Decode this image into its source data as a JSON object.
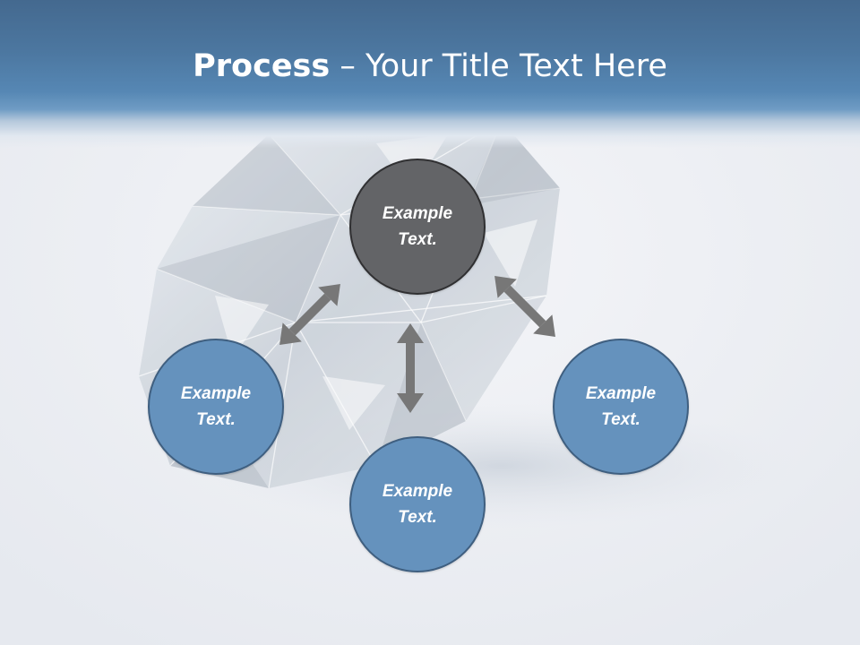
{
  "title": {
    "bold": "Process",
    "rest": " – Your Title Text Here"
  },
  "colors": {
    "header": "#4c77a0",
    "node_blue": "#6592bd",
    "node_gray": "#636467",
    "arrow": "#777777",
    "background": "#eef0f5"
  },
  "nodes": {
    "center": {
      "line1": "Example",
      "line2": "Text."
    },
    "left": {
      "line1": "Example",
      "line2": "Text."
    },
    "bottom": {
      "line1": "Example",
      "line2": "Text."
    },
    "right": {
      "line1": "Example",
      "line2": "Text."
    }
  }
}
